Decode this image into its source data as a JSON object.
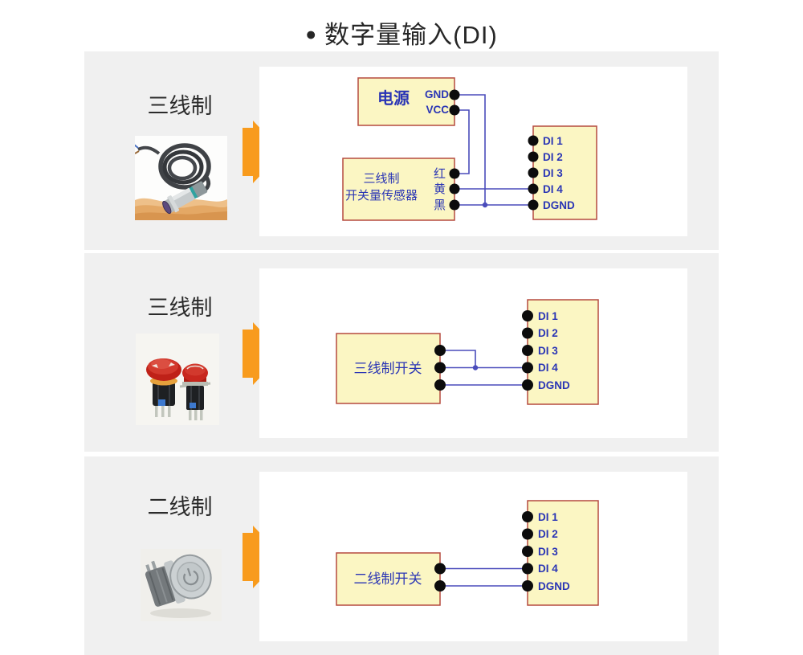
{
  "header": {
    "bullet": "●",
    "title": "数字量输入(DI)"
  },
  "colors": {
    "panel_gray": "#f0f0f0",
    "arrow_orange": "#F89B1D",
    "box_fill": "#FBF6C3",
    "box_border": "#B54A3F",
    "wire_blue": "#4A4CBB",
    "diagram_text_blue": "#2A35B5",
    "pin_dot_black": "#0c0c0c",
    "title_text": "#262626"
  },
  "sections": [
    {
      "label": "三线制",
      "photo": "proximity-sensor-photo",
      "diagram": {
        "power_box": {
          "label": "电源",
          "pins": [
            "GND",
            "VCC"
          ]
        },
        "device_box": {
          "label": [
            "三线制",
            "开关量传感器"
          ],
          "pins": [
            "红",
            "黄",
            "黑"
          ]
        },
        "di_box": {
          "pins": [
            "DI 1",
            "DI 2",
            "DI 3",
            "DI 4",
            "DGND"
          ]
        },
        "connections": [
          "电源.VCC — 红",
          "电源.GND — 黑/DGND 节点",
          "黄 — DI 4",
          "黑 — DGND"
        ]
      }
    },
    {
      "label": "三线制",
      "photo": "emergency-stop-buttons-photo",
      "diagram": {
        "device_box": {
          "label": "三线制开关",
          "pins": [
            "",
            "",
            ""
          ]
        },
        "di_box": {
          "pins": [
            "DI 1",
            "DI 2",
            "DI 3",
            "DI 4",
            "DGND"
          ]
        },
        "connections": [
          "pin-1 — DI 4 节点",
          "pin-2 — DI 4",
          "pin-3 — DGND"
        ]
      }
    },
    {
      "label": "二线制",
      "photo": "metal-power-button-photo",
      "diagram": {
        "device_box": {
          "label": "二线制开关",
          "pins": [
            "",
            ""
          ]
        },
        "di_box": {
          "pins": [
            "DI 1",
            "DI 2",
            "DI 3",
            "DI 4",
            "DGND"
          ]
        },
        "connections": [
          "pin-1 — DI 4",
          "pin-2 — DGND"
        ]
      }
    }
  ]
}
